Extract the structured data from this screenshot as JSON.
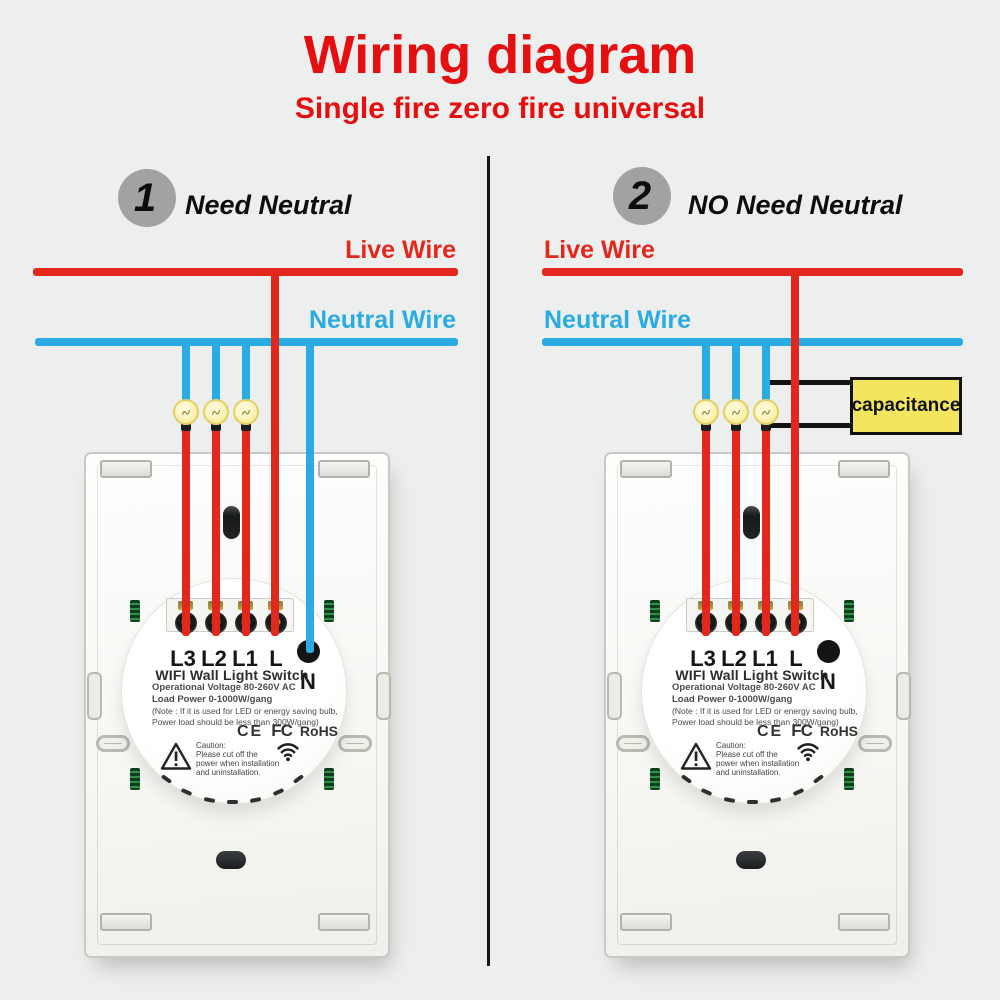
{
  "title": "Wiring diagram",
  "subtitle": "Single fire zero fire universal",
  "colors": {
    "red": "#e2271c",
    "blue": "#2aabe2",
    "cap-yellow": "#f3e65e",
    "badge": "#a2a2a2",
    "bg": "#edefee"
  },
  "panels": [
    {
      "number": "1",
      "heading": "Need Neutral",
      "live_label": "Live Wire",
      "neutral_label": "Neutral Wire"
    },
    {
      "number": "2",
      "heading": "NO Need Neutral",
      "live_label": "Live Wire",
      "neutral_label": "Neutral Wire",
      "capacitor_label": "capacitance"
    }
  ],
  "device": {
    "terminals": [
      "L3",
      "L2",
      "L1",
      "L"
    ],
    "neutral_terminal": "N",
    "product_title": "WIFI Wall Light Switch",
    "spec_lines": [
      "Operational Voltage 80-260V AC",
      "Load Power 0-1000W/gang",
      "(Note : If it is used for LED or energy saving bulb,",
      "Power load should be less than 300W/gang)"
    ],
    "certifications": [
      "CE",
      "FC",
      "RoHS"
    ],
    "caution_lines": [
      "Caution:",
      "Please cut off the",
      "power when installation",
      "and uninstallation."
    ]
  },
  "icons": {
    "light-bulb-icon": "incandescent bulb with filament",
    "warning-triangle-icon": "triangle with exclamation mark",
    "wifi-icon": "three radio arcs with dot"
  }
}
